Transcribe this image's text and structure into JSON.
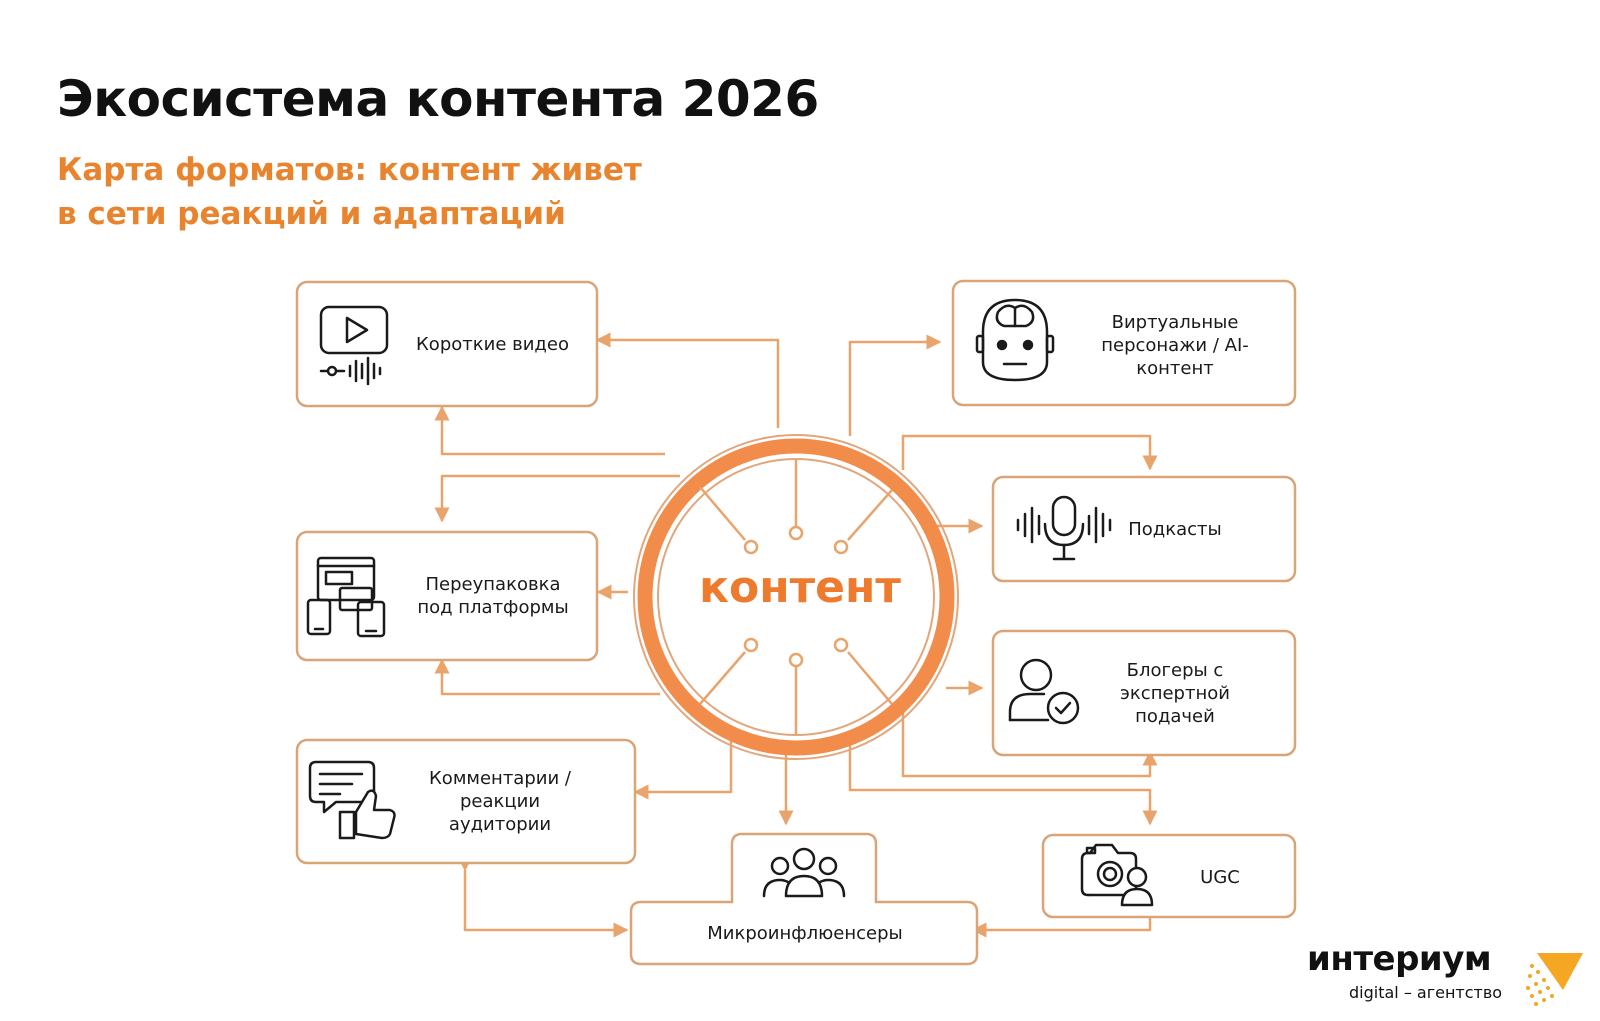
{
  "header": {
    "title": "Экосистема контента 2026",
    "subtitle_lines": [
      "Карта форматов: контент живет",
      "в сети реакций и адаптаций"
    ]
  },
  "center": {
    "label": "контент"
  },
  "nodes": {
    "short_video": {
      "lines": [
        "Короткие видео"
      ],
      "icon": "video-play-icon"
    },
    "virtual": {
      "lines": [
        "Виртуальные",
        "персонажи / AI-",
        "контент"
      ],
      "icon": "robot-head-icon"
    },
    "repack": {
      "lines": [
        "Переупаковка",
        "под платформы"
      ],
      "icon": "multi-device-icon"
    },
    "podcasts": {
      "lines": [
        "Подкасты"
      ],
      "icon": "microphone-icon"
    },
    "bloggers": {
      "lines": [
        "Блогеры с",
        "экспертной",
        "подачей"
      ],
      "icon": "verified-user-icon"
    },
    "comments": {
      "lines": [
        "Комментарии /",
        "реакции",
        "аудитории"
      ],
      "icon": "chat-like-icon"
    },
    "micro": {
      "lines": [
        "Микроинфлюенсеры"
      ],
      "icon": "group-icon"
    },
    "ugc": {
      "lines": [
        "UGC"
      ],
      "icon": "camera-user-icon"
    }
  },
  "logo": {
    "name": "интериум",
    "tagline": "digital – агентство"
  },
  "colors": {
    "accent": "#E8832E",
    "line": "#E9A46B",
    "box_border": "#D9A577",
    "center_ring": "#F28C4A"
  }
}
